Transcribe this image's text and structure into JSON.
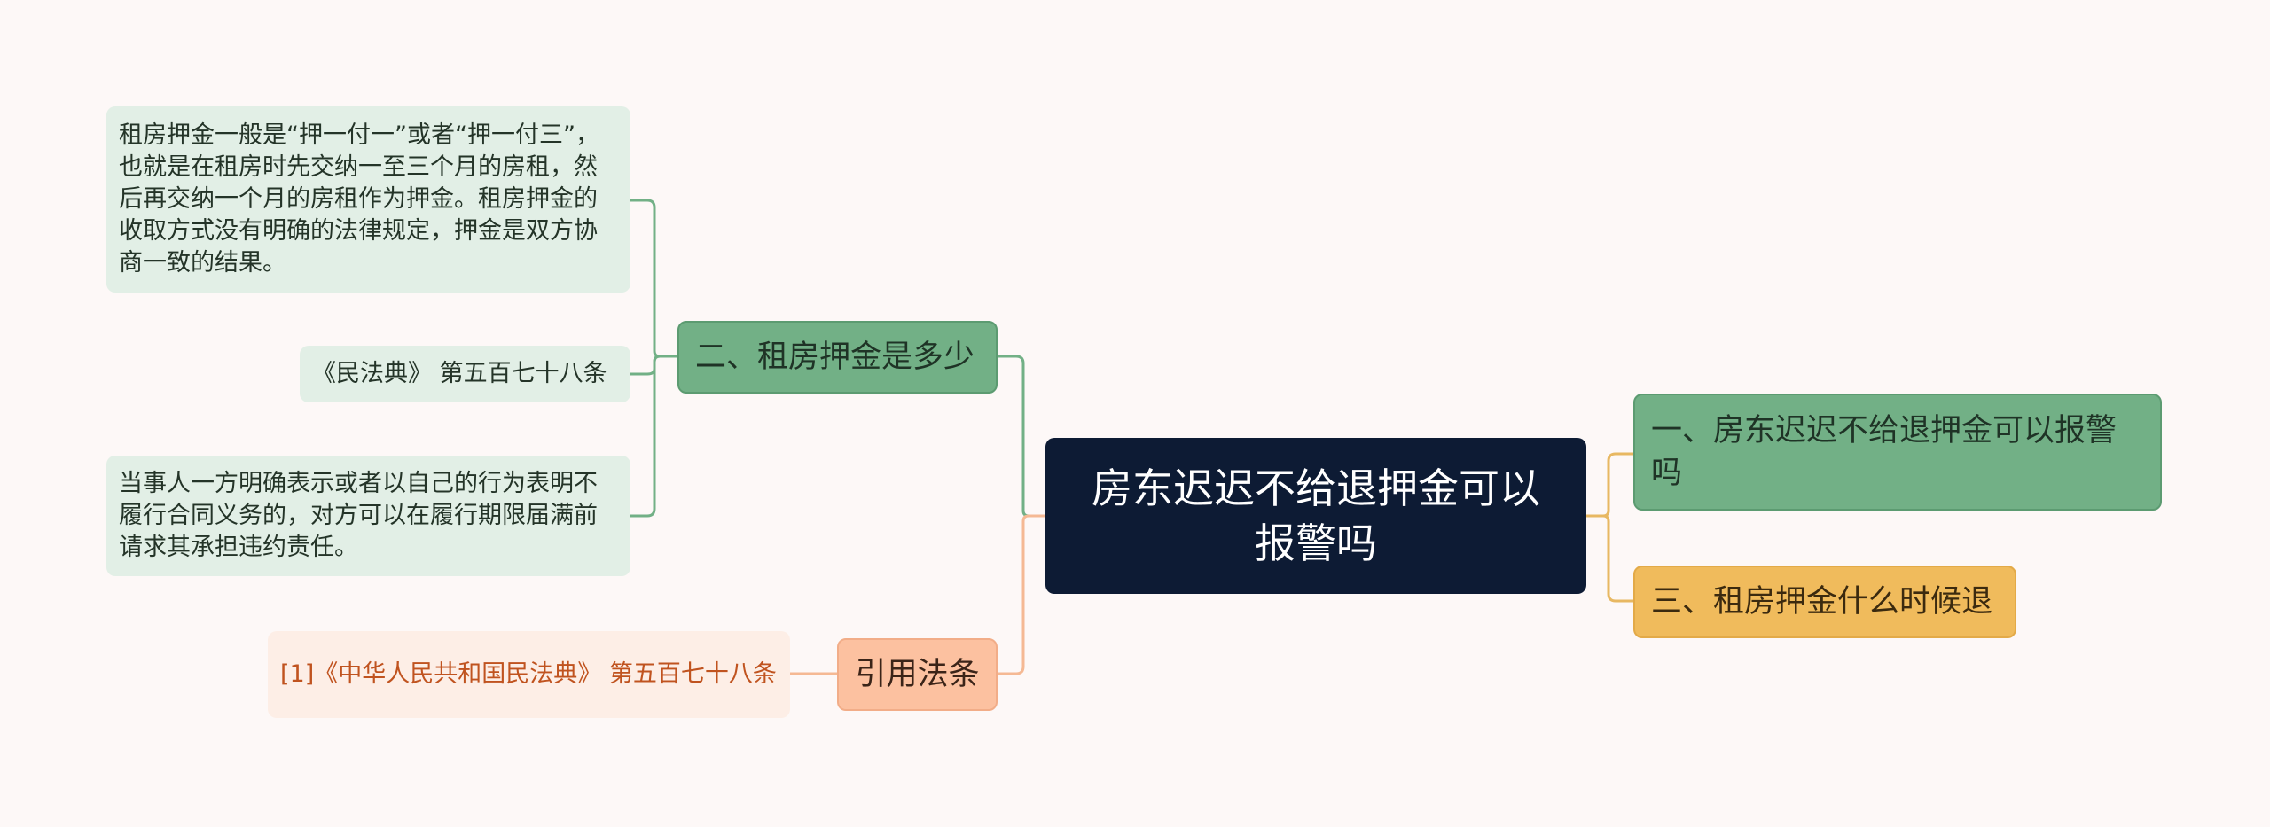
{
  "colors": {
    "background": "#fdf8f7",
    "root": "#0d1b34",
    "green_branch": "#72b086",
    "green_leaf": "#e2efe6",
    "gold_branch": "#f0bb5c",
    "salmon_branch": "#fcc1a0",
    "ref_leaf": "#fdeee6",
    "ref_text": "#c0531f"
  },
  "mindmap": {
    "root": "房东迟迟不给退押金可以报警吗",
    "branches": {
      "q1": "一、房东迟迟不给退押金可以报警吗",
      "q2": "二、租房押金是多少",
      "q3": "三、租房押金什么时候退",
      "citations": "引用法条"
    },
    "q2_children": {
      "deposit": "租房押金一般是“押一付一”或者“押一付三”，也就是在租房时先交纳一至三个月的房租，然后再交纳一个月的房租作为押金。租房押金的收取方式没有明确的法律规定，押金是双方协商一致的结果。",
      "law": "《民法典》 第五百七十八条",
      "breach": "当事人一方明确表示或者以自己的行为表明不履行合同义务的，对方可以在履行期限届满前请求其承担违约责任。"
    },
    "citation_children": {
      "ref1": "[1]《中华人民共和国民法典》 第五百七十八条"
    }
  }
}
